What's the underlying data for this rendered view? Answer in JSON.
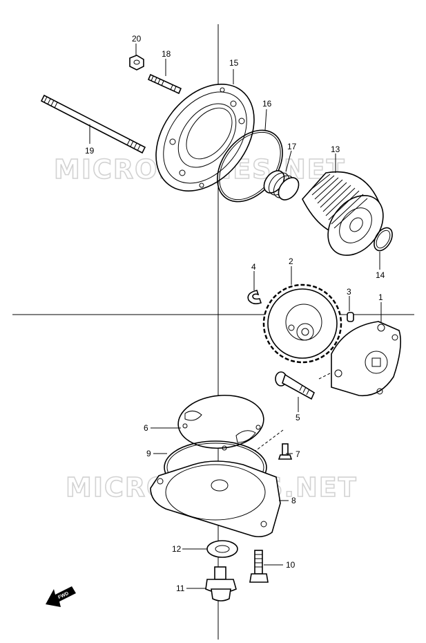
{
  "watermark": "MICROFICHES.NET",
  "fwd_label": "FWD",
  "callouts": {
    "p1": "1",
    "p2": "2",
    "p3": "3",
    "p4": "4",
    "p5": "5",
    "p6": "6",
    "p7": "7",
    "p8": "8",
    "p9": "9",
    "p10": "10",
    "p11": "11",
    "p12": "12",
    "p13": "13",
    "p14": "14",
    "p15": "15",
    "p16": "16",
    "p17": "17",
    "p18": "18",
    "p19": "19",
    "p20": "20"
  }
}
